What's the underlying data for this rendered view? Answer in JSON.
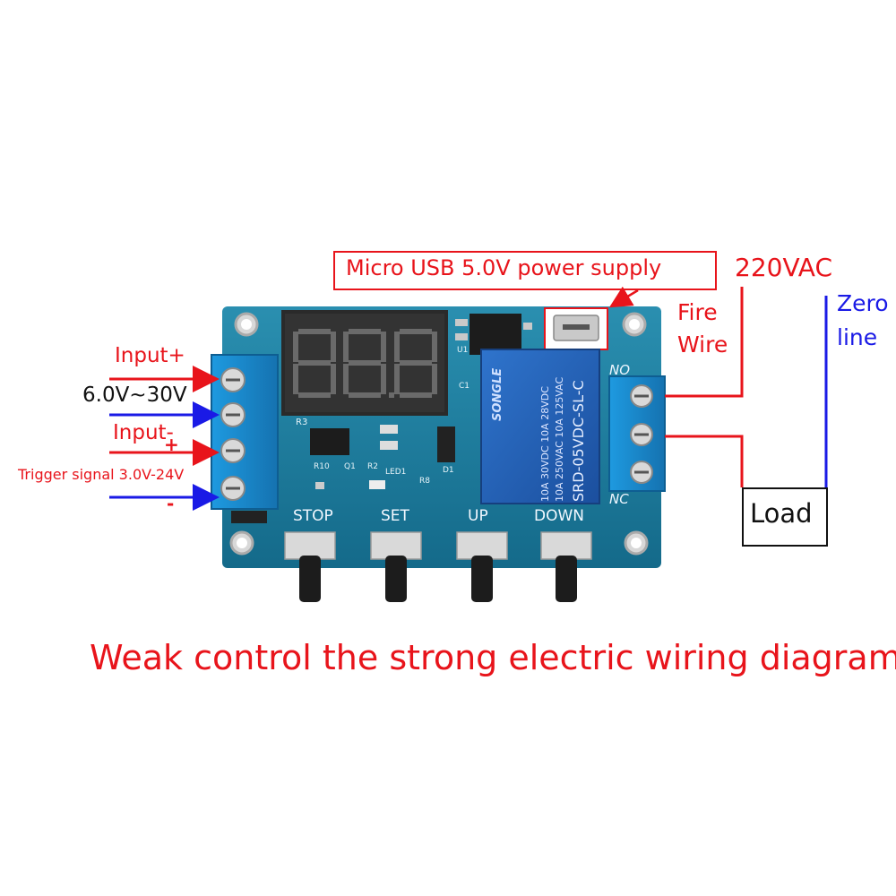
{
  "labels": {
    "usb_supply": "Micro USB 5.0V power supply",
    "vac": "220VAC",
    "fire_wire_1": "Fire",
    "fire_wire_2": "Wire",
    "zero_line_1": "Zero",
    "zero_line_2": "line",
    "input_plus": "Input+",
    "voltage_range": "6.0V~30V",
    "input_minus": "Input-",
    "plus_sign": "+",
    "trigger_signal": "Trigger signal 3.0V-24V",
    "minus_sign": "-",
    "load": "Load",
    "caption": "Weak control the strong electric wiring diagram"
  },
  "board": {
    "buttons": [
      "STOP",
      "SET",
      "UP",
      "DOWN"
    ],
    "relay_contacts": {
      "no": "NO",
      "nc": "NC"
    },
    "relay": {
      "brand": "SONGLE",
      "model": "SRD-05VDC-SL-C",
      "rating_1": "10A 250VAC  10A 125VAC",
      "rating_2": "10A 30VDC  10A 28VDC"
    },
    "silkscreen": [
      "R3",
      "R10",
      "Q1",
      "R2",
      "LED1",
      "R8",
      "D1",
      "U1",
      "C1"
    ]
  },
  "colors": {
    "annotation_red": "#e8141b",
    "annotation_blue": "#1a1ae6",
    "pcb": "#1f7fa0",
    "terminal": "#1a8fd0",
    "relay": "#1f5fb8"
  }
}
